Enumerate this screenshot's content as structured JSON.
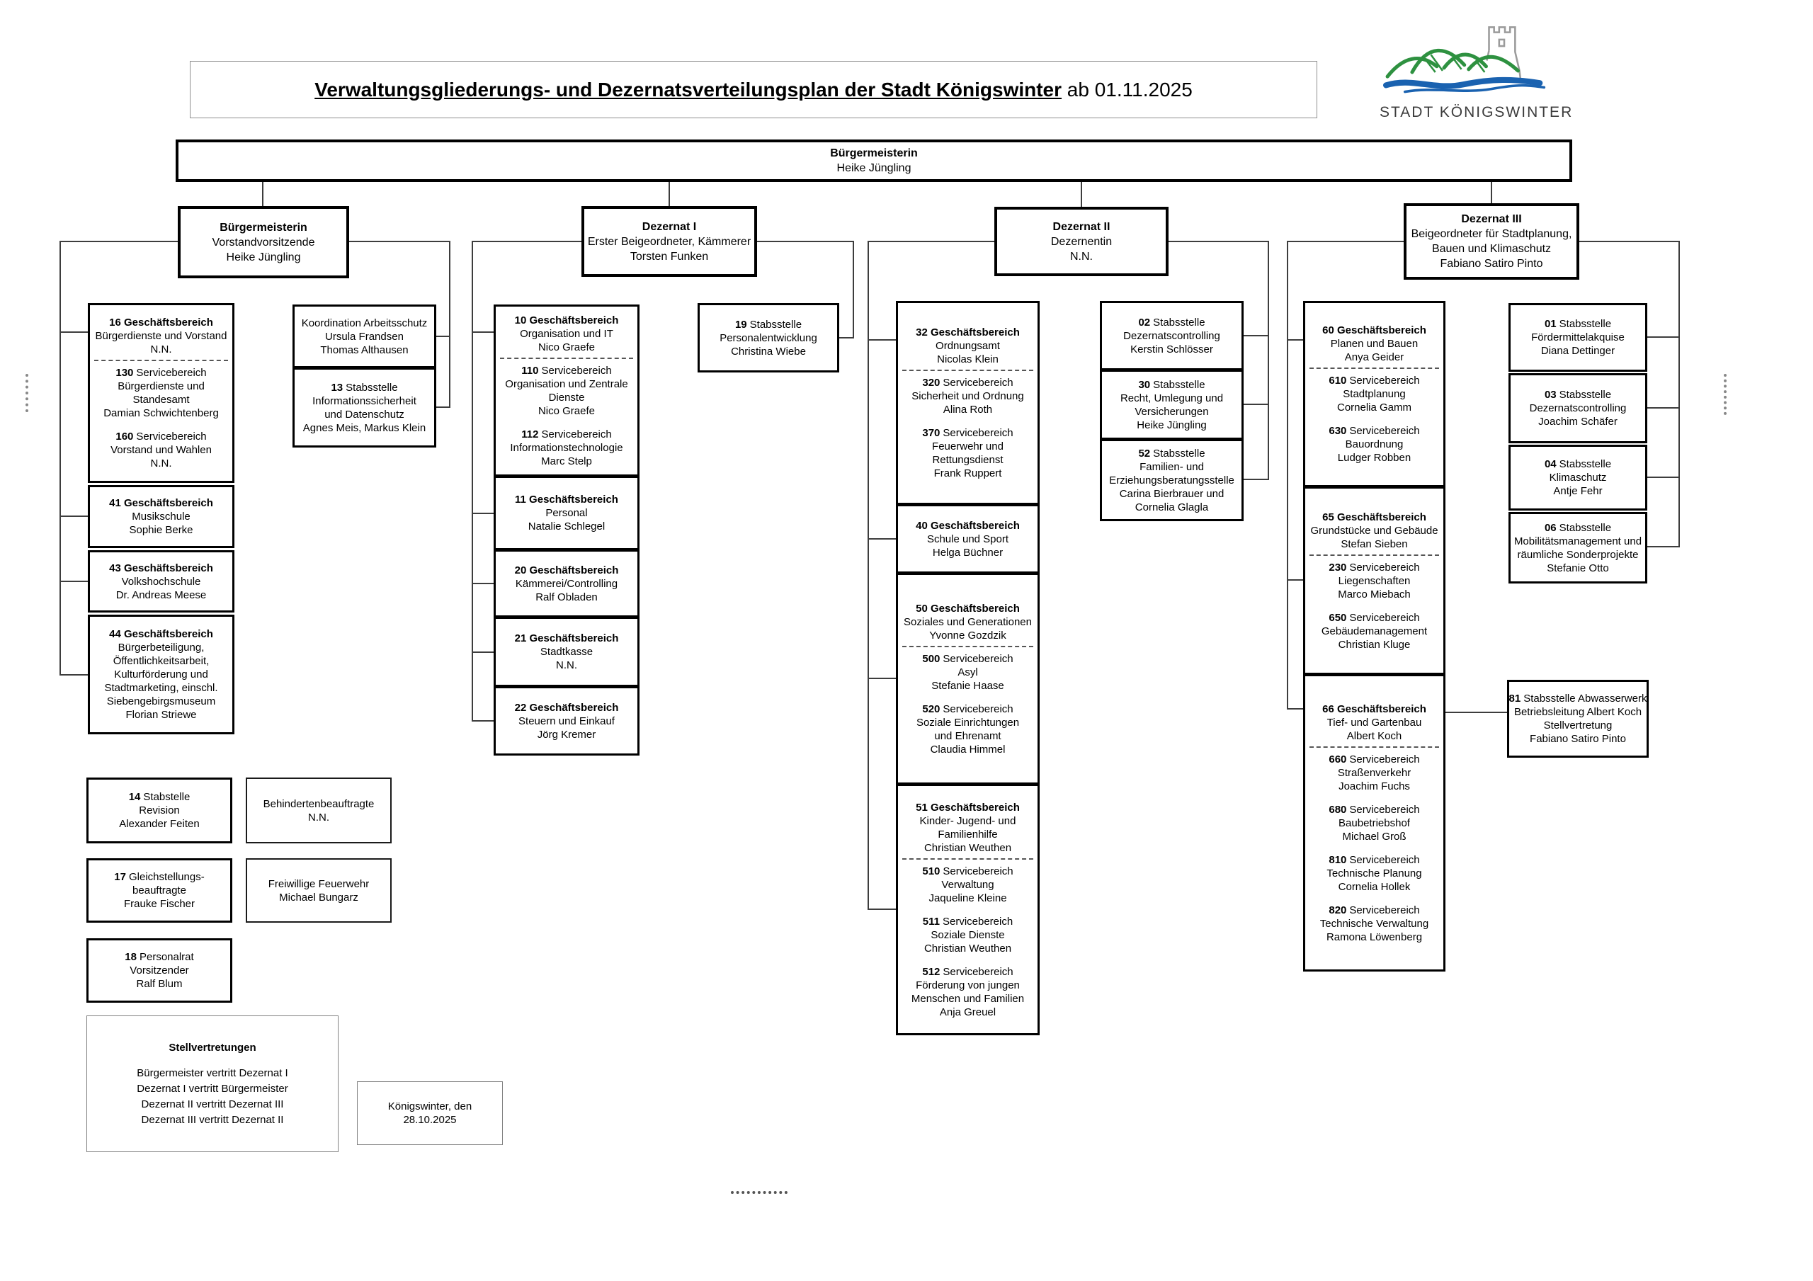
{
  "title": {
    "main": "Verwaltungsgliederungs- und Dezernatsverteilungsplan der Stadt Königswinter",
    "suffix": " ab 01.11.2025"
  },
  "logo": {
    "caption": "STADT KÖNIGSWINTER"
  },
  "boxes": [
    {
      "id": "bar",
      "lines": [
        [
          "b",
          "Bürgermeisterin"
        ],
        [
          "n",
          "Heike Jüngling"
        ]
      ]
    },
    {
      "id": "bgm",
      "lines": [
        [
          "b",
          "Bürgermeisterin"
        ],
        [
          "n",
          "Vorstandvorsitzende"
        ],
        [
          "n",
          "Heike Jüngling"
        ]
      ]
    },
    {
      "id": "d1",
      "lines": [
        [
          "b",
          "Dezernat I"
        ],
        [
          "n",
          "Erster Beigeordneter, Kämmerer"
        ],
        [
          "n",
          "Torsten Funken"
        ]
      ]
    },
    {
      "id": "d2",
      "lines": [
        [
          "b",
          "Dezernat II"
        ],
        [
          "n",
          "Dezernentin"
        ],
        [
          "n",
          "N.N."
        ]
      ]
    },
    {
      "id": "d3",
      "lines": [
        [
          "b",
          "Dezernat III"
        ],
        [
          "n",
          "Beigeordneter für Stadtplanung,"
        ],
        [
          "n",
          "Bauen und Klimaschutz"
        ],
        [
          "n",
          "Fabiano Satiro Pinto"
        ]
      ]
    },
    {
      "id": "gb16",
      "lines": [
        [
          "b",
          "16 Geschäftsbereich"
        ],
        [
          "n",
          "Bürgerdienste und Vorstand"
        ],
        [
          "n",
          "N.N."
        ],
        [
          "d"
        ],
        [
          "p",
          "130",
          "Servicebereich"
        ],
        [
          "n",
          "Bürgerdienste und"
        ],
        [
          "n",
          "Standesamt"
        ],
        [
          "n",
          "Damian Schwichtenberg"
        ],
        [
          "g"
        ],
        [
          "p",
          "160",
          "Servicebereich"
        ],
        [
          "n",
          "Vorstand und Wahlen"
        ],
        [
          "n",
          "N.N."
        ]
      ]
    },
    {
      "id": "gb41",
      "lines": [
        [
          "b",
          "41 Geschäftsbereich"
        ],
        [
          "n",
          "Musikschule"
        ],
        [
          "n",
          "Sophie Berke"
        ]
      ]
    },
    {
      "id": "gb43",
      "lines": [
        [
          "b",
          "43 Geschäftsbereich"
        ],
        [
          "n",
          "Volkshochschule"
        ],
        [
          "n",
          "Dr. Andreas Meese"
        ]
      ]
    },
    {
      "id": "gb44",
      "lines": [
        [
          "b",
          "44 Geschäftsbereich"
        ],
        [
          "n",
          "Bürgerbeteiligung,"
        ],
        [
          "n",
          "Öffentlichkeitsarbeit,"
        ],
        [
          "n",
          "Kulturförderung und"
        ],
        [
          "n",
          "Stadtmarketing, einschl."
        ],
        [
          "n",
          "Siebengebirgsmuseum"
        ],
        [
          "n",
          "Florian Striewe"
        ]
      ]
    },
    {
      "id": "koord",
      "lines": [
        [
          "n",
          "Koordination Arbeitsschutz"
        ],
        [
          "n",
          "Ursula Frandsen"
        ],
        [
          "n",
          "Thomas Althausen"
        ]
      ]
    },
    {
      "id": "stab13",
      "lines": [
        [
          "p",
          "13",
          "Stabsstelle"
        ],
        [
          "n",
          "Informationssicherheit"
        ],
        [
          "n",
          "und Datenschutz"
        ],
        [
          "n",
          "Agnes Meis, Markus Klein"
        ]
      ]
    },
    {
      "id": "gb10",
      "lines": [
        [
          "b",
          "10 Geschäftsbereich"
        ],
        [
          "n",
          "Organisation und IT"
        ],
        [
          "n",
          "Nico Graefe"
        ],
        [
          "d"
        ],
        [
          "p",
          "110",
          "Servicebereich"
        ],
        [
          "n",
          "Organisation und Zentrale"
        ],
        [
          "n",
          "Dienste"
        ],
        [
          "n",
          "Nico Graefe"
        ],
        [
          "g"
        ],
        [
          "p",
          "112",
          "Servicebereich"
        ],
        [
          "n",
          "Informationstechnologie"
        ],
        [
          "n",
          "Marc Stelp"
        ]
      ]
    },
    {
      "id": "gb11",
      "lines": [
        [
          "b",
          "11 Geschäftsbereich"
        ],
        [
          "n",
          "Personal"
        ],
        [
          "n",
          "Natalie Schlegel"
        ]
      ]
    },
    {
      "id": "gb20",
      "lines": [
        [
          "b",
          "20 Geschäftsbereich"
        ],
        [
          "n",
          "Kämmerei/Controlling"
        ],
        [
          "n",
          "Ralf Obladen"
        ]
      ]
    },
    {
      "id": "gb21",
      "lines": [
        [
          "b",
          "21 Geschäftsbereich"
        ],
        [
          "n",
          "Stadtkasse"
        ],
        [
          "n",
          "N.N."
        ]
      ]
    },
    {
      "id": "gb22",
      "lines": [
        [
          "b",
          "22 Geschäftsbereich"
        ],
        [
          "n",
          "Steuern und Einkauf"
        ],
        [
          "n",
          "Jörg Kremer"
        ]
      ]
    },
    {
      "id": "stab19",
      "lines": [
        [
          "p",
          "19",
          "Stabsstelle"
        ],
        [
          "n",
          "Personalentwicklung"
        ],
        [
          "n",
          "Christina Wiebe"
        ]
      ]
    },
    {
      "id": "gb32",
      "lines": [
        [
          "b",
          "32 Geschäftsbereich"
        ],
        [
          "n",
          "Ordnungsamt"
        ],
        [
          "n",
          "Nicolas Klein"
        ],
        [
          "d"
        ],
        [
          "p",
          "320",
          "Servicebereich"
        ],
        [
          "n",
          "Sicherheit und Ordnung"
        ],
        [
          "n",
          "Alina Roth"
        ],
        [
          "g"
        ],
        [
          "p",
          "370",
          "Servicebereich"
        ],
        [
          "n",
          "Feuerwehr und"
        ],
        [
          "n",
          "Rettungsdienst"
        ],
        [
          "n",
          "Frank Ruppert"
        ]
      ]
    },
    {
      "id": "gb40",
      "lines": [
        [
          "b",
          "40 Geschäftsbereich"
        ],
        [
          "n",
          "Schule und Sport"
        ],
        [
          "n",
          "Helga Büchner"
        ]
      ]
    },
    {
      "id": "gb50",
      "lines": [
        [
          "b",
          "50 Geschäftsbereich"
        ],
        [
          "n",
          "Soziales und Generationen"
        ],
        [
          "n",
          "Yvonne Gozdzik"
        ],
        [
          "d"
        ],
        [
          "p",
          "500",
          "Servicebereich"
        ],
        [
          "n",
          "Asyl"
        ],
        [
          "n",
          "Stefanie Haase"
        ],
        [
          "g"
        ],
        [
          "p",
          "520",
          "Servicebereich"
        ],
        [
          "n",
          "Soziale Einrichtungen"
        ],
        [
          "n",
          "und Ehrenamt"
        ],
        [
          "n",
          "Claudia Himmel"
        ]
      ]
    },
    {
      "id": "gb51",
      "lines": [
        [
          "b",
          "51 Geschäftsbereich"
        ],
        [
          "n",
          "Kinder- Jugend- und"
        ],
        [
          "n",
          "Familienhilfe"
        ],
        [
          "n",
          "Christian Weuthen"
        ],
        [
          "d"
        ],
        [
          "p",
          "510",
          "Servicebereich"
        ],
        [
          "n",
          "Verwaltung"
        ],
        [
          "n",
          "Jaqueline Kleine"
        ],
        [
          "g"
        ],
        [
          "p",
          "511",
          "Servicebereich"
        ],
        [
          "n",
          "Soziale Dienste"
        ],
        [
          "n",
          "Christian Weuthen"
        ],
        [
          "g"
        ],
        [
          "p",
          "512",
          "Servicebereich"
        ],
        [
          "n",
          "Förderung von jungen"
        ],
        [
          "n",
          "Menschen und Familien"
        ],
        [
          "n",
          "Anja Greuel"
        ]
      ]
    },
    {
      "id": "stab02",
      "lines": [
        [
          "p",
          "02",
          "Stabsstelle"
        ],
        [
          "n",
          "Dezernatscontrolling"
        ],
        [
          "n",
          "Kerstin Schlösser"
        ]
      ]
    },
    {
      "id": "stab30",
      "lines": [
        [
          "p",
          "30",
          "Stabsstelle"
        ],
        [
          "n",
          "Recht, Umlegung und"
        ],
        [
          "n",
          "Versicherungen"
        ],
        [
          "n",
          "Heike Jüngling"
        ]
      ]
    },
    {
      "id": "stab52",
      "lines": [
        [
          "p",
          "52",
          "Stabsstelle"
        ],
        [
          "n",
          "Familien- und"
        ],
        [
          "n",
          "Erziehungsberatungsstelle"
        ],
        [
          "n",
          "Carina Bierbrauer und"
        ],
        [
          "n",
          "Cornelia Glagla"
        ]
      ]
    },
    {
      "id": "gb60",
      "lines": [
        [
          "b",
          "60 Geschäftsbereich"
        ],
        [
          "n",
          "Planen und Bauen"
        ],
        [
          "n",
          "Anya Geider"
        ],
        [
          "d"
        ],
        [
          "p",
          "610",
          "Servicebereich"
        ],
        [
          "n",
          "Stadtplanung"
        ],
        [
          "n",
          "Cornelia Gamm"
        ],
        [
          "g"
        ],
        [
          "p",
          "630",
          "Servicebereich"
        ],
        [
          "n",
          "Bauordnung"
        ],
        [
          "n",
          "Ludger Robben"
        ]
      ]
    },
    {
      "id": "gb65",
      "lines": [
        [
          "b",
          "65 Geschäftsbereich"
        ],
        [
          "n",
          "Grundstücke und Gebäude"
        ],
        [
          "n",
          "Stefan Sieben"
        ],
        [
          "d"
        ],
        [
          "p",
          "230",
          "Servicebereich"
        ],
        [
          "n",
          "Liegenschaften"
        ],
        [
          "n",
          "Marco Miebach"
        ],
        [
          "g"
        ],
        [
          "p",
          "650",
          "Servicebereich"
        ],
        [
          "n",
          "Gebäudemanagement"
        ],
        [
          "n",
          "Christian Kluge"
        ]
      ]
    },
    {
      "id": "gb66",
      "lines": [
        [
          "b",
          "66 Geschäftsbereich"
        ],
        [
          "n",
          "Tief- und Gartenbau"
        ],
        [
          "n",
          "Albert Koch"
        ],
        [
          "d"
        ],
        [
          "p",
          "660",
          "Servicebereich"
        ],
        [
          "n",
          "Straßenverkehr"
        ],
        [
          "n",
          "Joachim Fuchs"
        ],
        [
          "g"
        ],
        [
          "p",
          "680",
          "Servicebereich"
        ],
        [
          "n",
          "Baubetriebshof"
        ],
        [
          "n",
          "Michael Groß"
        ],
        [
          "g"
        ],
        [
          "p",
          "810",
          "Servicebereich"
        ],
        [
          "n",
          "Technische Planung"
        ],
        [
          "n",
          "Cornelia Hollek"
        ],
        [
          "g"
        ],
        [
          "p",
          "820",
          "Servicebereich"
        ],
        [
          "n",
          "Technische Verwaltung"
        ],
        [
          "n",
          "Ramona Löwenberg"
        ]
      ]
    },
    {
      "id": "stab01",
      "lines": [
        [
          "p",
          "01",
          "Stabsstelle"
        ],
        [
          "n",
          "Fördermittelakquise"
        ],
        [
          "n",
          "Diana Dettinger"
        ]
      ]
    },
    {
      "id": "stab03",
      "lines": [
        [
          "p",
          "03",
          "Stabsstelle"
        ],
        [
          "n",
          "Dezernatscontrolling"
        ],
        [
          "n",
          "Joachim Schäfer"
        ]
      ]
    },
    {
      "id": "stab04",
      "lines": [
        [
          "p",
          "04",
          "Stabsstelle"
        ],
        [
          "n",
          "Klimaschutz"
        ],
        [
          "n",
          "Antje Fehr"
        ]
      ]
    },
    {
      "id": "stab06",
      "lines": [
        [
          "p",
          "06",
          "Stabsstelle"
        ],
        [
          "n",
          "Mobilitätsmanagement und"
        ],
        [
          "n",
          "räumliche Sonderprojekte"
        ],
        [
          "n",
          "Stefanie Otto"
        ]
      ]
    },
    {
      "id": "stab81",
      "lines": [
        [
          "p",
          "81",
          "Stabsstelle Abwasserwerk"
        ],
        [
          "n",
          "Betriebsleitung Albert Koch"
        ],
        [
          "n",
          "Stellvertretung"
        ],
        [
          "n",
          "Fabiano Satiro Pinto"
        ]
      ]
    },
    {
      "id": "stab14",
      "lines": [
        [
          "p",
          "14",
          "Stabstelle"
        ],
        [
          "n",
          "Revision"
        ],
        [
          "n",
          "Alexander Feiten"
        ]
      ]
    },
    {
      "id": "behind",
      "lines": [
        [
          "n",
          "Behindertenbeauftragte"
        ],
        [
          "n",
          "N.N."
        ]
      ]
    },
    {
      "id": "glb17",
      "lines": [
        [
          "p",
          "17",
          "Gleichstellungs-"
        ],
        [
          "n",
          "beauftragte"
        ],
        [
          "n",
          "Frauke Fischer"
        ]
      ]
    },
    {
      "id": "ffw",
      "lines": [
        [
          "n",
          "Freiwillige Feuerwehr"
        ],
        [
          "n",
          "Michael Bungarz"
        ]
      ]
    },
    {
      "id": "pr18",
      "lines": [
        [
          "p",
          "18",
          "Personalrat"
        ],
        [
          "n",
          "Vorsitzender"
        ],
        [
          "n",
          "Ralf Blum"
        ]
      ]
    },
    {
      "id": "stellv",
      "lines": [
        [
          "b",
          "Stellvertretungen"
        ],
        [
          "g"
        ],
        [
          "n",
          "Bürgermeister vertritt Dezernat I"
        ],
        [
          "n",
          "Dezernat I vertritt Bürgermeister"
        ],
        [
          "n",
          "Dezernat II vertritt Dezernat III"
        ],
        [
          "n",
          "Dezernat III vertritt Dezernat II"
        ]
      ]
    },
    {
      "id": "datebox",
      "lines": [
        [
          "n",
          "Königswinter, den"
        ],
        [
          "n",
          "28.10.2025"
        ]
      ]
    }
  ]
}
